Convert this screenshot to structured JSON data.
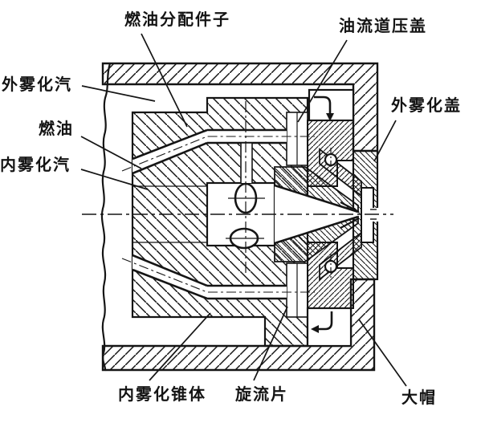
{
  "figure": {
    "kind": "engineering-cross-section",
    "subject": "steam-atomizing fuel nozzle sectional diagram",
    "colors": {
      "line": "#151515",
      "background": "#ffffff"
    },
    "labels": {
      "fuel_distributor": "燃油分配件子",
      "oil_channel_cover": "油流道压盖",
      "outer_atomizing_steam": "外雾化汽",
      "fuel": "燃油",
      "inner_atomizing_steam": "内雾化汽",
      "outer_atomizing_cover": "外雾化盖",
      "inner_atomizing_cone": "内雾化锥体",
      "swirl_vane": "旋流片",
      "big_cap": "大帽"
    }
  }
}
